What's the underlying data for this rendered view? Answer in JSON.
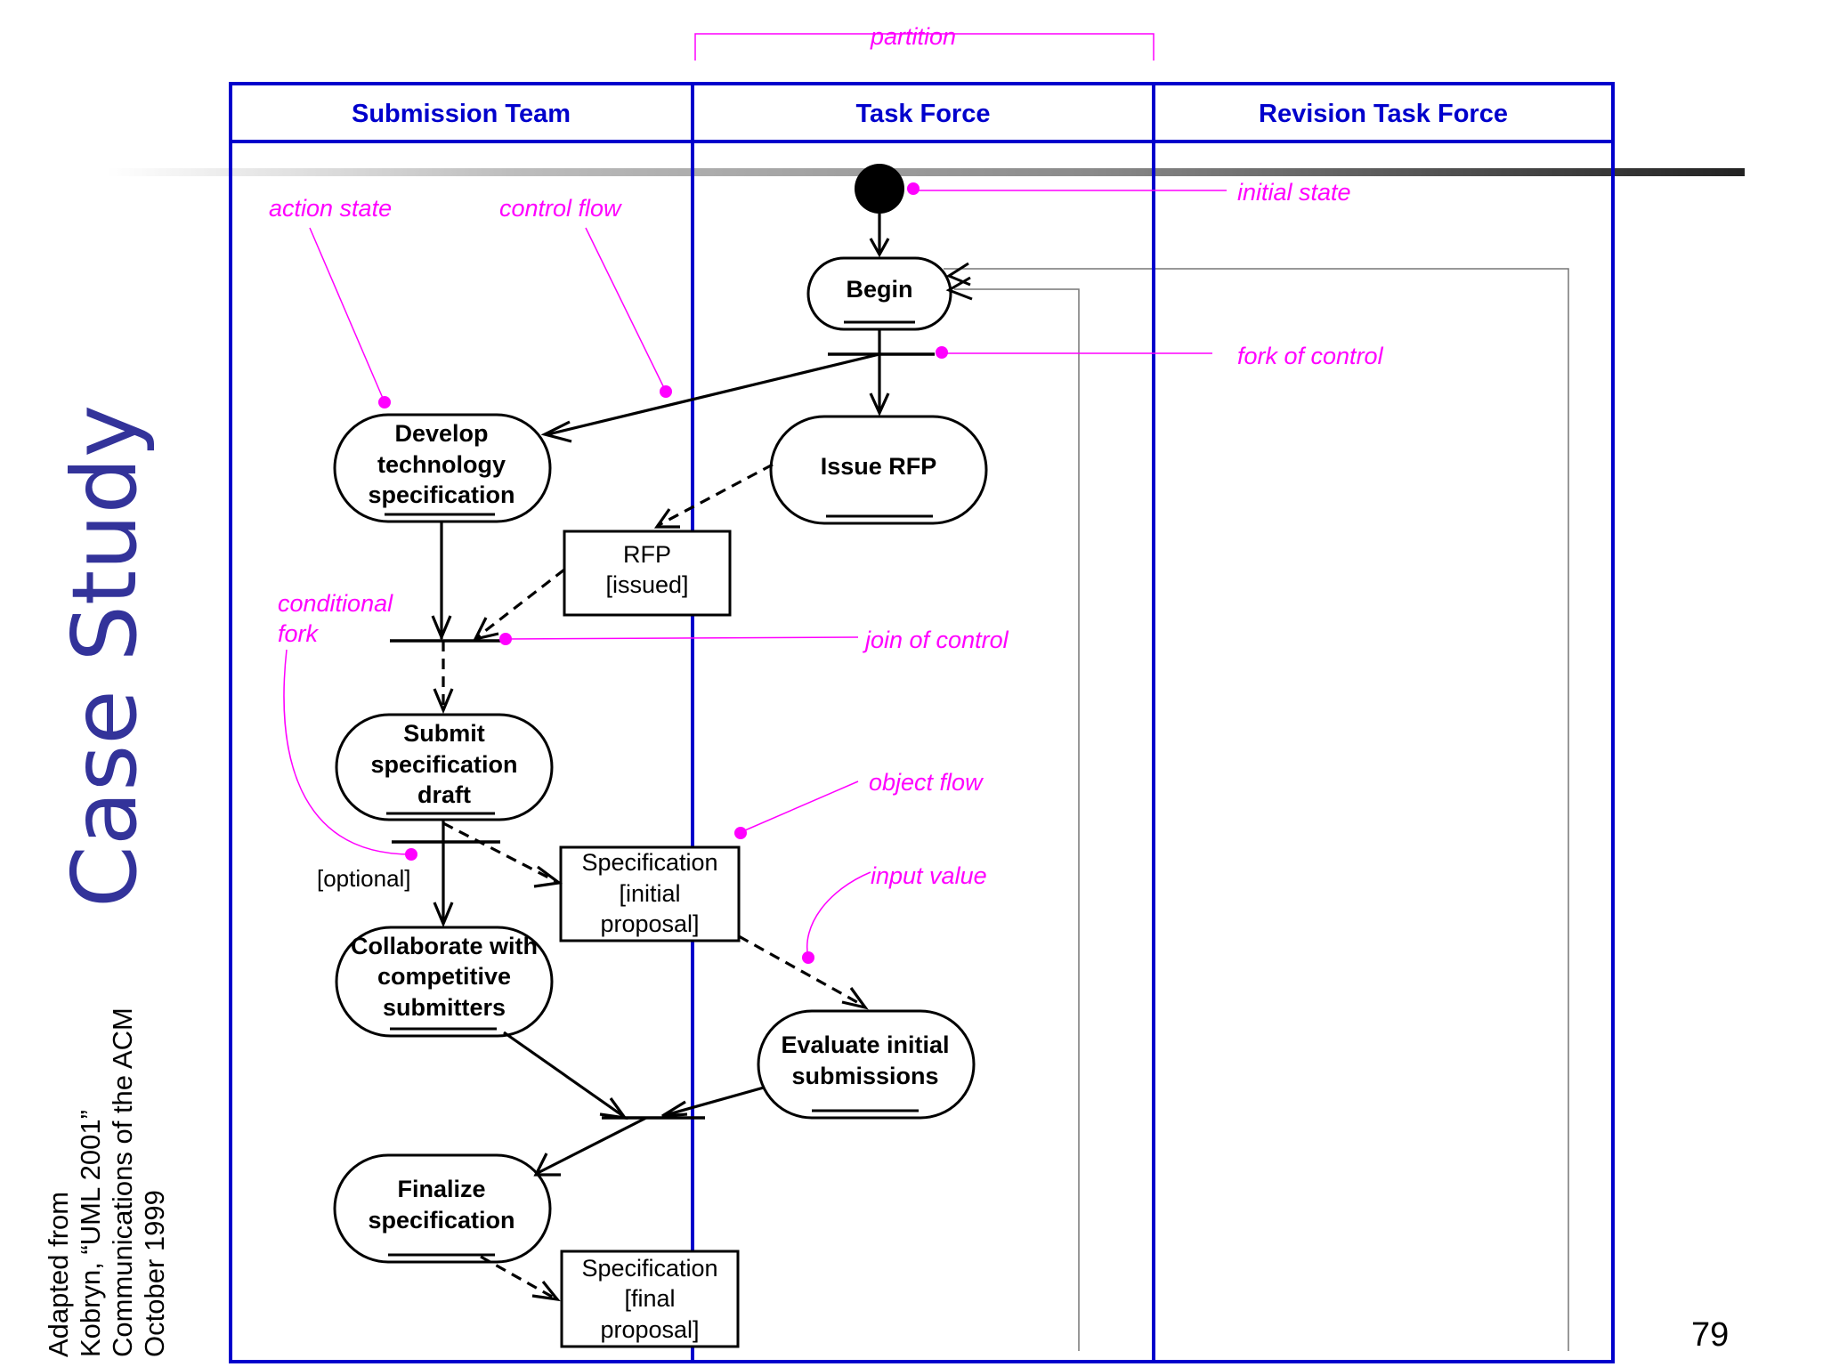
{
  "slide": {
    "title": "Case Study",
    "credit_lines": [
      "Adapted from",
      "Kobryn, “UML 2001”",
      "Communications of the ACM",
      "October 1999"
    ],
    "page_number": "79"
  },
  "diagram": {
    "swimlanes": [
      "Submission Team",
      "Task Force",
      "Revision Task Force"
    ],
    "actions": {
      "begin": [
        "Begin"
      ],
      "develop": [
        "Develop",
        "technology",
        "specification"
      ],
      "issue_rfp": [
        "Issue RFP"
      ],
      "submit": [
        "Submit",
        "specification",
        "draft"
      ],
      "collaborate": [
        "Collaborate with",
        "competitive",
        "submitters"
      ],
      "evaluate": [
        "Evaluate initial",
        "submissions"
      ],
      "finalize": [
        "Finalize",
        "specification"
      ]
    },
    "objects": {
      "rfp": [
        "RFP",
        "[issued]"
      ],
      "spec_initial": [
        "Specification",
        "[initial",
        "proposal]"
      ],
      "spec_final": [
        "Specification",
        "[final",
        "proposal]"
      ]
    },
    "guard": "[optional]",
    "annotations": {
      "partition": "partition",
      "initial_state": "initial state",
      "action_state": "action state",
      "control_flow": "control flow",
      "fork_of_control": "fork of control",
      "conditional_fork": [
        "conditional",
        "fork"
      ],
      "join_of_control": "join of control",
      "object_flow": "object flow",
      "input_value": "input value"
    },
    "colors": {
      "swimlane": "#0000cc",
      "annotation": "#ff00ff",
      "title": "#33339a"
    }
  }
}
